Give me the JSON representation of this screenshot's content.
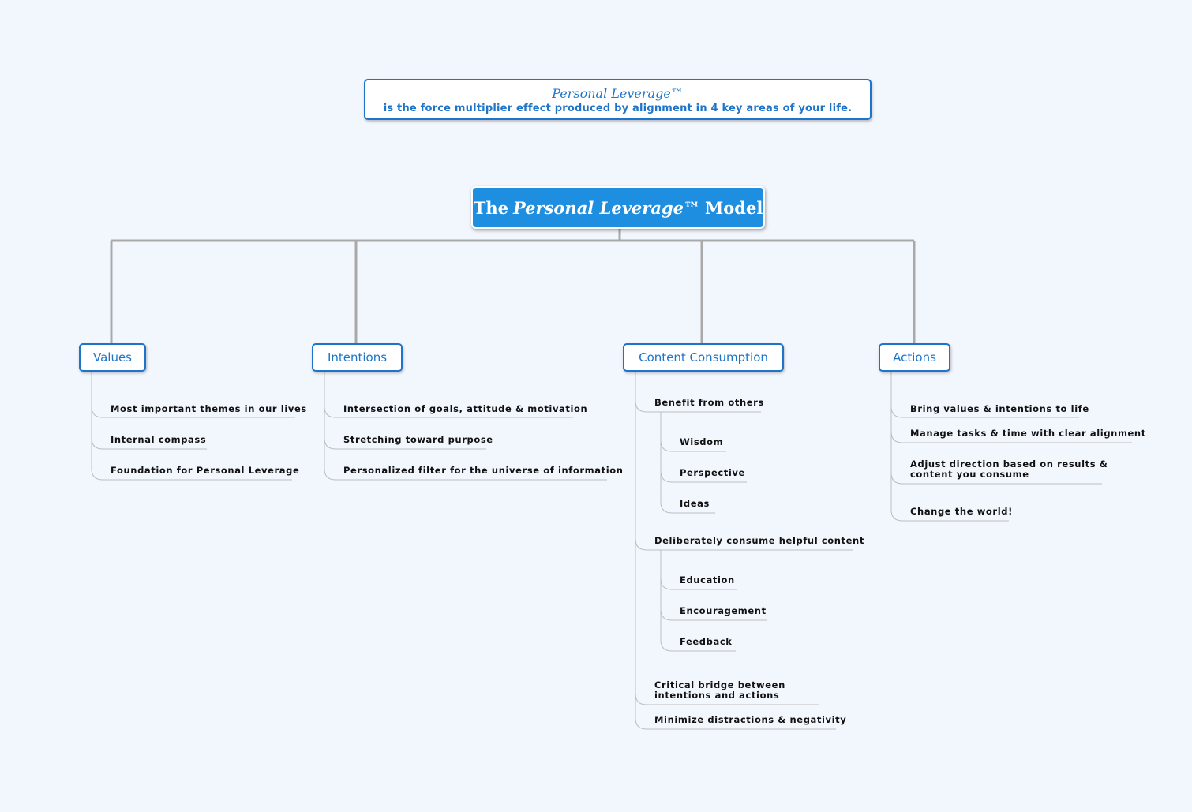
{
  "note": {
    "title": "Personal Leverage™",
    "text": "is the force multiplier effect produced by alignment in 4 key areas of your life."
  },
  "central": {
    "prefix": "The",
    "italic": "Personal Leverage™",
    "suffix": "Model"
  },
  "topics": {
    "values": {
      "label": "Values",
      "items": [
        "Most important themes in our lives",
        "Internal compass",
        "Foundation for Personal Leverage"
      ]
    },
    "intentions": {
      "label": "Intentions",
      "items": [
        "Intersection of goals, attitude & motivation",
        "Stretching toward purpose",
        "Personalized filter for the universe of information"
      ]
    },
    "content": {
      "label": "Content Consumption",
      "benefit": {
        "label": "Benefit from others",
        "items": [
          "Wisdom",
          "Perspective",
          "Ideas"
        ]
      },
      "deliberate": {
        "label": "Deliberately consume helpful content",
        "items": [
          "Education",
          "Encouragement",
          "Feedback"
        ]
      },
      "bridge_l1": "Critical bridge between",
      "bridge_l2": "intentions and actions",
      "minimize": "Minimize distractions & negativity"
    },
    "actions": {
      "label": "Actions",
      "items": [
        "Bring values & intentions to life",
        "Manage tasks & time with clear alignment"
      ],
      "adjust_l1": "Adjust direction based on results &",
      "adjust_l2": "content you consume",
      "change": "Change the world!"
    }
  },
  "colors": {
    "background": "#f2f6fd",
    "accent": "#1e74c8",
    "central_fill": "#1e8ee0",
    "main_connector": "#a9a9a9",
    "branch_connector": "#bdbdbd"
  }
}
